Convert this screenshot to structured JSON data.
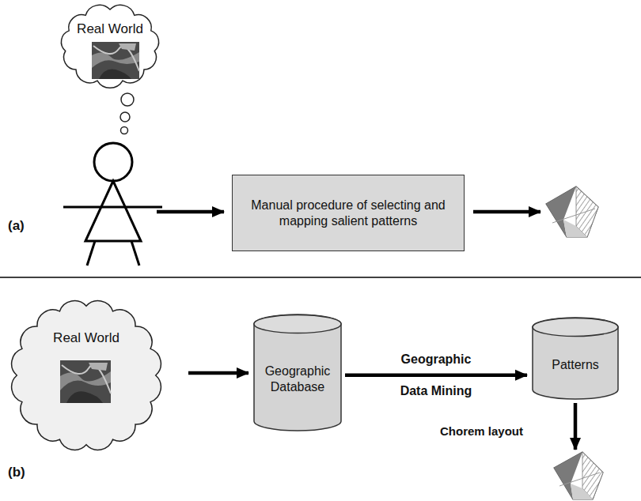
{
  "diagram": {
    "nodes": [
      {
        "text": [
          "Real World"
        ]
      },
      {
        "text": [
          "Manual procedure of selecting and mapping salient patterns"
        ]
      },
      {
        "text": [
          "Real World"
        ]
      },
      {
        "text": [
          "Geographic Database"
        ]
      },
      {
        "text": [
          "Patterns"
        ]
      }
    ],
    "edges": [
      {
        "from": 2,
        "to": 3,
        "arrow": "to"
      },
      {
        "from": 3,
        "to": 4,
        "arrow": "to",
        "label": "Geographic Data Mining"
      }
    ],
    "labels": [
      "(a)",
      "(b)",
      "Chorem layout"
    ]
  }
}
